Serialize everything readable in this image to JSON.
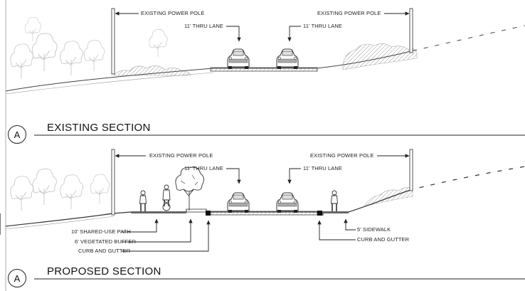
{
  "existing_section": {
    "title": "EXISTING SECTION",
    "marker": "A",
    "labels": {
      "power_pole_left": "EXISTING POWER POLE",
      "power_pole_right": "EXISTING POWER POLE",
      "thru_lane_left": "11' THRU LANE",
      "thru_lane_right": "11' THRU LANE"
    }
  },
  "proposed_section": {
    "title": "PROPOSED SECTION",
    "marker": "A",
    "labels": {
      "power_pole_left": "EXISTING POWER POLE",
      "power_pole_right": "EXISTING POWER POLE",
      "thru_lane_left": "11' THRU LANE",
      "thru_lane_right": "11' THRU LANE",
      "shared_use_path": "10' SHARED-USE PATH",
      "vegetated_buffer": "6' VEGETATED BUFFER",
      "curb_gutter_left": "CURB AND GUTTER",
      "sidewalk": "5' SIDEWALK",
      "curb_gutter_right": "CURB AND GUTTER"
    }
  }
}
